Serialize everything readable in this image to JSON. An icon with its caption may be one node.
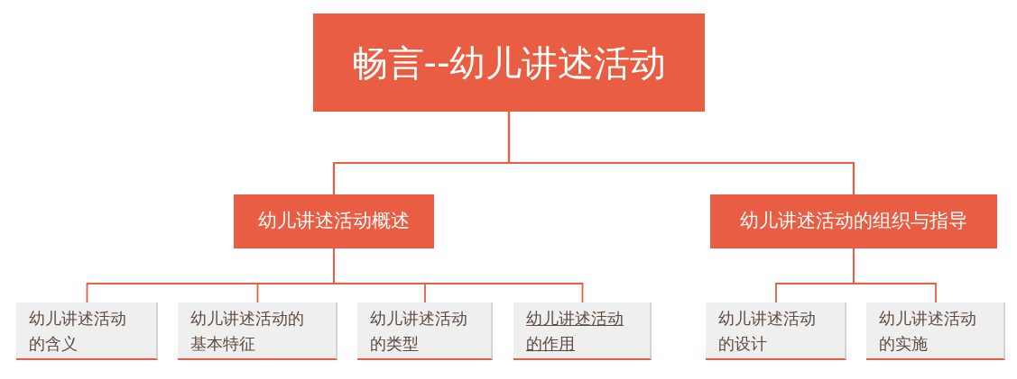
{
  "diagram": {
    "nodes": [
      {
        "text": [
          "畅言--幼儿讲述活动"
        ]
      },
      {
        "text": [
          "幼儿讲述活动概述"
        ]
      },
      {
        "text": [
          "幼儿讲述活动的组织与指导"
        ]
      },
      {
        "text": [
          "幼儿讲述活动的含义"
        ]
      },
      {
        "text": [
          "幼儿讲述活动的基本特征"
        ]
      },
      {
        "text": [
          "幼儿讲述活动的类型"
        ]
      },
      {
        "text": [
          "幼儿讲述活动的作用"
        ]
      },
      {
        "text": [
          "幼儿讲述活动的设计"
        ]
      },
      {
        "text": [
          "幼儿讲述活动的实施"
        ]
      }
    ],
    "edges": [
      {
        "from": 0,
        "to": 1,
        "arrow": "none"
      },
      {
        "from": 0,
        "to": 2,
        "arrow": "none"
      },
      {
        "from": 1,
        "to": 3,
        "arrow": "none"
      },
      {
        "from": 1,
        "to": 4,
        "arrow": "none"
      },
      {
        "from": 1,
        "to": 5,
        "arrow": "none"
      },
      {
        "from": 1,
        "to": 6,
        "arrow": "none"
      },
      {
        "from": 2,
        "to": 7,
        "arrow": "none"
      },
      {
        "from": 2,
        "to": 8,
        "arrow": "none"
      }
    ]
  }
}
